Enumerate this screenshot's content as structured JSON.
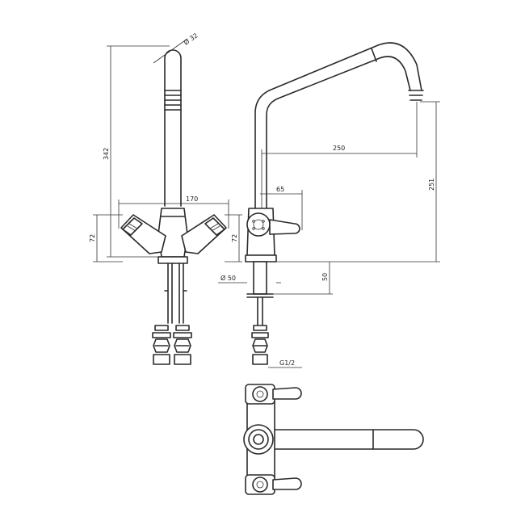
{
  "dimensions": {
    "tube_diameter": "Ø 32",
    "total_height": "342",
    "handle_span": "170",
    "handle_height_left": "72",
    "handle_height_right": "72",
    "spout_reach": "250",
    "offset": "65",
    "spout_height": "251",
    "base_diameter": "Ø 50",
    "shank_length": "50",
    "thread": "G1/2"
  },
  "colors": {
    "line": "#2a2a2a",
    "background": "#ffffff"
  }
}
